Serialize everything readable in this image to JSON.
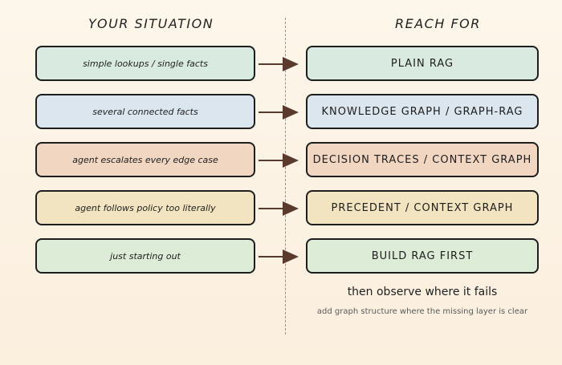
{
  "headers": {
    "left": "YOUR SITUATION",
    "right": "REACH FOR"
  },
  "rows": [
    {
      "situation": "simple lookups / single facts",
      "reach": "PLAIN RAG",
      "color": "#d9ebe1"
    },
    {
      "situation": "several connected facts",
      "reach": "KNOWLEDGE GRAPH / GRAPH-RAG",
      "color": "#dbe6ef"
    },
    {
      "situation": "agent escalates every edge case",
      "reach": "DECISION TRACES / CONTEXT GRAPH",
      "color": "#f1d6c2"
    },
    {
      "situation": "agent follows policy too literally",
      "reach": "PRECEDENT / CONTEXT GRAPH",
      "color": "#f2e4c0"
    },
    {
      "situation": "just starting out",
      "reach": "BUILD RAG FIRST",
      "color": "#dcecd6"
    }
  ],
  "footer": {
    "main": "then observe where it fails",
    "sub": "add graph structure where the missing layer is clear"
  },
  "colors": {
    "arrow": "#5b3a2e",
    "border": "#1e1e1e",
    "divider": "#9a9288"
  }
}
